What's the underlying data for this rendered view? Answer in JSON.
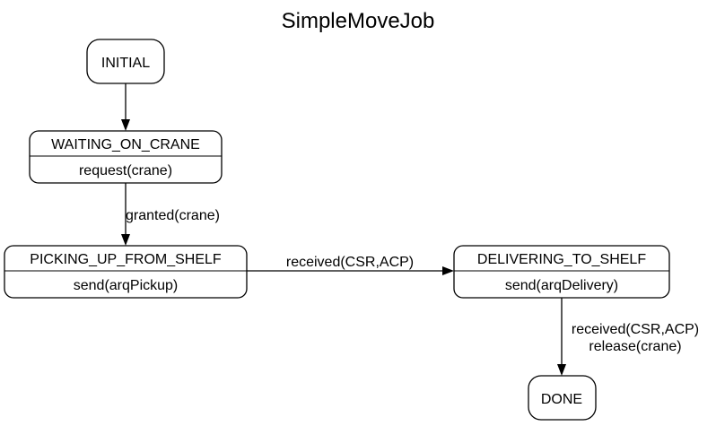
{
  "title": "SimpleMoveJob",
  "states": {
    "initial": {
      "name": "INITIAL"
    },
    "waiting_on_crane": {
      "name": "WAITING_ON_CRANE",
      "action": "request(crane)"
    },
    "picking_up_from_shelf": {
      "name": "PICKING_UP_FROM_SHELF",
      "action": "send(arqPickup)"
    },
    "delivering_to_shelf": {
      "name": "DELIVERING_TO_SHELF",
      "action": "send(arqDelivery)"
    },
    "done": {
      "name": "DONE"
    }
  },
  "transitions": {
    "initial_to_waiting": {
      "label": ""
    },
    "waiting_to_picking": {
      "label": "granted(crane)"
    },
    "picking_to_delivering": {
      "label": "received(CSR,ACP)"
    },
    "delivering_to_done": {
      "label_line1": "received(CSR,ACP)",
      "label_line2": "release(crane)"
    }
  }
}
